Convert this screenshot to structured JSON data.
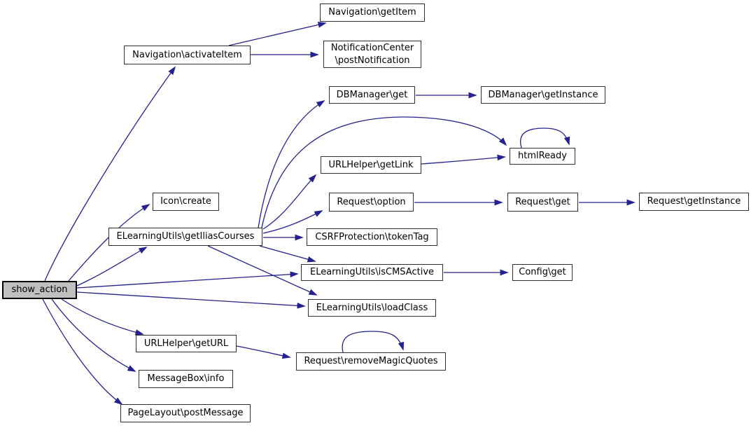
{
  "diagram": {
    "type": "call-graph",
    "root": "show_action",
    "colors": {
      "edge": "#24228f",
      "node_border": "#2e2e2e",
      "node_fill": "#ffffff",
      "root_fill": "#bfbfbf",
      "root_border": "#000000",
      "text": "#000000",
      "background": "#ffffff"
    },
    "nodes": [
      {
        "id": "show_action",
        "label": "show_action"
      },
      {
        "id": "navigation_activateitem",
        "label": "Navigation\\activateItem"
      },
      {
        "id": "navigation_getitem",
        "label": "Navigation\\getItem"
      },
      {
        "id": "notificationcenter_postnotification",
        "label": "NotificationCenter\n\\postNotification"
      },
      {
        "id": "dbmanager_get",
        "label": "DBManager\\get"
      },
      {
        "id": "dbmanager_getinstance",
        "label": "DBManager\\getInstance"
      },
      {
        "id": "htmlready",
        "label": "htmlReady"
      },
      {
        "id": "urlhelper_getlink",
        "label": "URLHelper\\getLink"
      },
      {
        "id": "request_option",
        "label": "Request\\option"
      },
      {
        "id": "request_get",
        "label": "Request\\get"
      },
      {
        "id": "request_getinstance",
        "label": "Request\\getInstance"
      },
      {
        "id": "icon_create",
        "label": "Icon\\create"
      },
      {
        "id": "elearningutils_getiliascourses",
        "label": "ELearningUtils\\getIliasCourses"
      },
      {
        "id": "csrfprotection_tokentag",
        "label": "CSRFProtection\\tokenTag"
      },
      {
        "id": "elearningutils_iscmsactive",
        "label": "ELearningUtils\\isCMSActive"
      },
      {
        "id": "config_get",
        "label": "Config\\get"
      },
      {
        "id": "elearningutils_loadclass",
        "label": "ELearningUtils\\loadClass"
      },
      {
        "id": "urlhelper_geturl",
        "label": "URLHelper\\getURL"
      },
      {
        "id": "request_removemagicquotes",
        "label": "Request\\removeMagicQuotes"
      },
      {
        "id": "messagebox_info",
        "label": "MessageBox\\info"
      },
      {
        "id": "pagelayout_postmessage",
        "label": "PageLayout\\postMessage"
      }
    ],
    "edges": [
      {
        "from": "show_action",
        "to": "navigation_activateitem"
      },
      {
        "from": "show_action",
        "to": "icon_create"
      },
      {
        "from": "show_action",
        "to": "elearningutils_getiliascourses"
      },
      {
        "from": "show_action",
        "to": "elearningutils_iscmsactive"
      },
      {
        "from": "show_action",
        "to": "elearningutils_loadclass"
      },
      {
        "from": "show_action",
        "to": "urlhelper_geturl"
      },
      {
        "from": "show_action",
        "to": "messagebox_info"
      },
      {
        "from": "show_action",
        "to": "pagelayout_postmessage"
      },
      {
        "from": "navigation_activateitem",
        "to": "navigation_getitem"
      },
      {
        "from": "navigation_activateitem",
        "to": "notificationcenter_postnotification"
      },
      {
        "from": "elearningutils_getiliascourses",
        "to": "dbmanager_get"
      },
      {
        "from": "elearningutils_getiliascourses",
        "to": "htmlready"
      },
      {
        "from": "elearningutils_getiliascourses",
        "to": "urlhelper_getlink"
      },
      {
        "from": "elearningutils_getiliascourses",
        "to": "request_option"
      },
      {
        "from": "elearningutils_getiliascourses",
        "to": "csrfprotection_tokentag"
      },
      {
        "from": "elearningutils_getiliascourses",
        "to": "elearningutils_iscmsactive"
      },
      {
        "from": "elearningutils_getiliascourses",
        "to": "elearningutils_loadclass"
      },
      {
        "from": "dbmanager_get",
        "to": "dbmanager_getinstance"
      },
      {
        "from": "urlhelper_getlink",
        "to": "htmlready"
      },
      {
        "from": "htmlready",
        "to": "htmlready"
      },
      {
        "from": "request_option",
        "to": "request_get"
      },
      {
        "from": "request_get",
        "to": "request_getinstance"
      },
      {
        "from": "elearningutils_iscmsactive",
        "to": "config_get"
      },
      {
        "from": "urlhelper_geturl",
        "to": "request_removemagicquotes"
      },
      {
        "from": "request_removemagicquotes",
        "to": "request_removemagicquotes"
      }
    ]
  }
}
